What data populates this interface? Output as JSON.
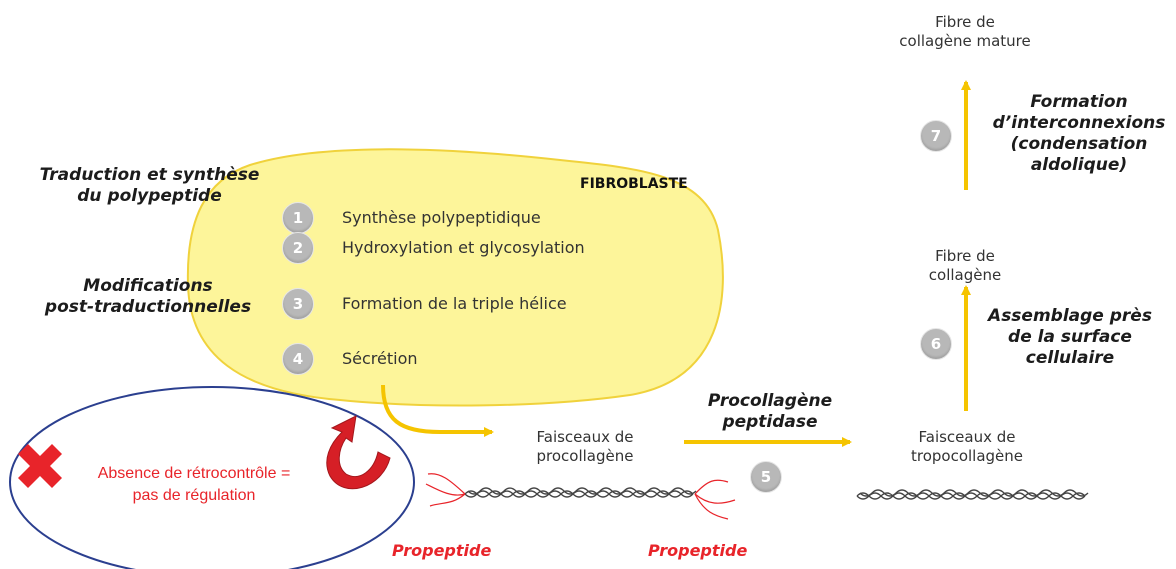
{
  "cell": {
    "label": "FIBROBLASTE",
    "steps": [
      {
        "number": "1",
        "label": "Synthèse polypeptidique"
      },
      {
        "number": "2",
        "label": "Hydroxylation et glycosylation"
      },
      {
        "number": "3",
        "label": "Formation de la triple hélice"
      },
      {
        "number": "4",
        "label": "Sécrétion"
      }
    ]
  },
  "left_annotations": {
    "translation": [
      "Traduction et synthèse",
      "du polypeptide"
    ],
    "modifications": [
      "Modifications",
      "post-traductionnelles"
    ]
  },
  "feedback": {
    "text_line1": "Absence de rétrocontrôle =",
    "text_line2": "pas de régulation",
    "icon": "red-cross-icon"
  },
  "nodes": {
    "procollagen": [
      "Faisceaux de",
      "procollagène"
    ],
    "tropocollagen": [
      "Faisceaux de",
      "tropocollagène"
    ],
    "fiber": [
      "Fibre de",
      "collagène"
    ],
    "mature_fiber": [
      "Fibre de",
      "collagène mature"
    ]
  },
  "enzyme": [
    "Procollagène",
    "peptidase"
  ],
  "step5": "5",
  "step6": {
    "number": "6",
    "lines": [
      "Assemblage près",
      "de la surface",
      "cellulaire"
    ]
  },
  "step7": {
    "number": "7",
    "lines": [
      "Formation",
      "d’interconnexions",
      "(condensation",
      "aldolique)"
    ]
  },
  "propeptide_left": "Propeptide",
  "propeptide_right": "Propeptide",
  "colors": {
    "cell_fill": "#fdf59a",
    "cell_stroke": "#f0d23c",
    "arrow": "#f5c400",
    "red": "#e8242a",
    "ellipse": "#2b3f8f"
  }
}
